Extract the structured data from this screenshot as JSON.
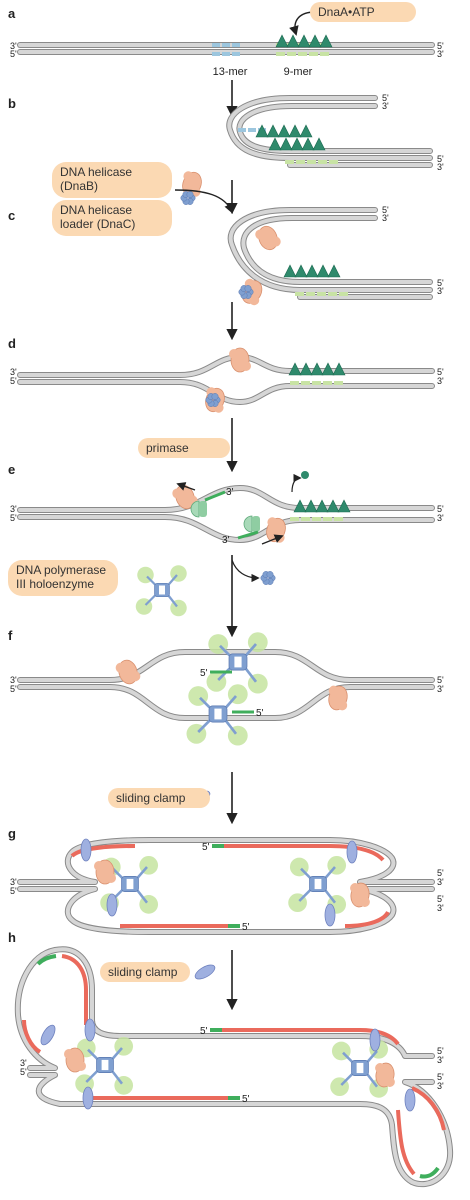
{
  "panels": [
    "a",
    "b",
    "c",
    "d",
    "e",
    "f",
    "g",
    "h"
  ],
  "labels": {
    "dnaA_atp": "DnaA•ATP",
    "mer13": "13-mer",
    "mer9": "9-mer",
    "helicase": [
      "DNA helicase",
      "(DnaB)"
    ],
    "loader": [
      "DNA helicase",
      "loader (DnaC)"
    ],
    "primase": "primase",
    "pol3": [
      "DNA polymerase",
      "III holoenzyme"
    ],
    "sliding_clamp": "sliding clamp",
    "sliding_clamp_h": "sliding clamp",
    "end3": "3'",
    "end5": "5'"
  },
  "colors": {
    "dna_strand": "#d6d6d6",
    "dna_outline": "#8a8a8a",
    "dnaA": "#2f8a6c",
    "nine_mer": "#c8e3a4",
    "thirteen_mer": "#9cc6de",
    "helicase": "#f2b89a",
    "loader_polymerase": "#7f9fd0",
    "primase": "#a8d9b8",
    "primer": "#3fae5c",
    "new_dna": "#ea6a5c",
    "clamp": "#9fb0e0",
    "tau_globule": "#c6e4a0",
    "label_bg": "#fbd9b3"
  }
}
